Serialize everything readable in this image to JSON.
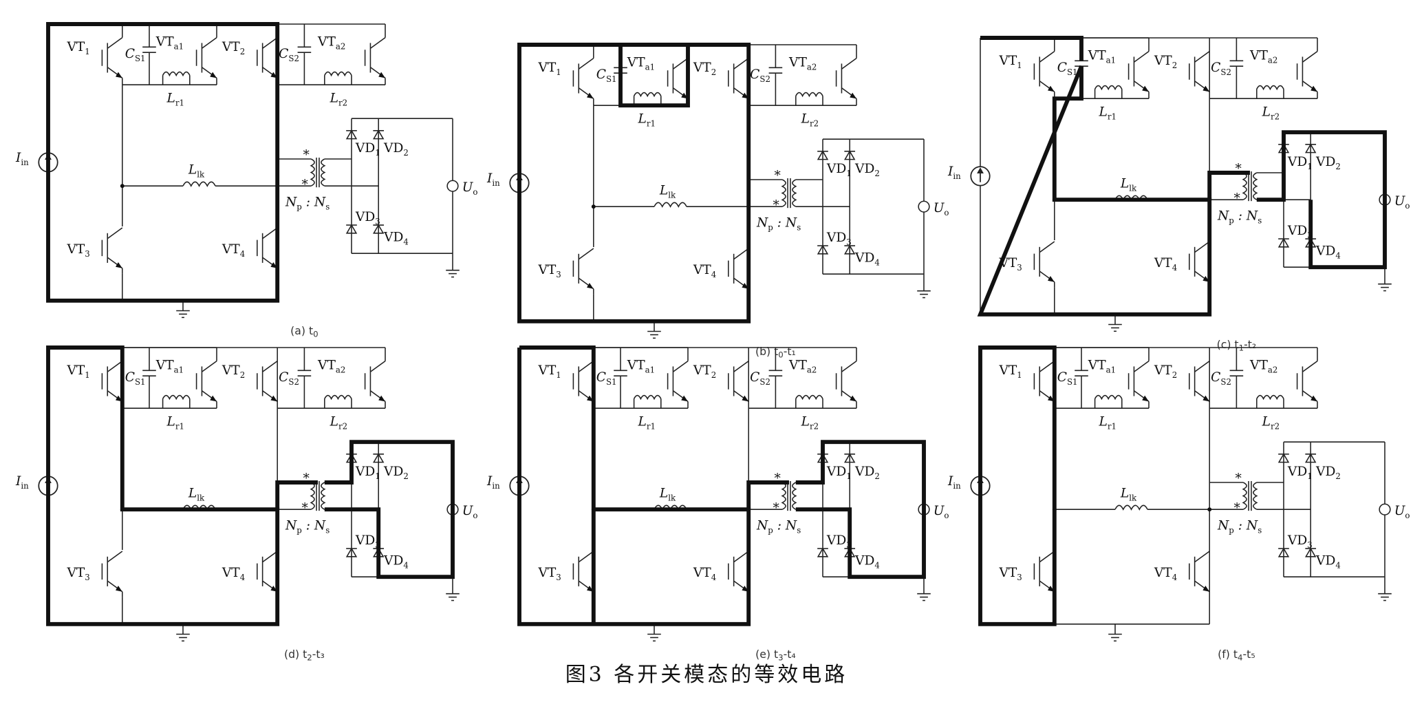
{
  "figure_caption": "图3  各开关模态的等效电路",
  "labels": {
    "vt1": "VT",
    "vt1_sub": "1",
    "vt2": "VT",
    "vt2_sub": "2",
    "vt3": "VT",
    "vt3_sub": "3",
    "vt4": "VT",
    "vt4_sub": "4",
    "vta1": "VT",
    "vta1_sub": "a1",
    "vta2": "VT",
    "vta2_sub": "a2",
    "cs1": "C",
    "cs1_sub": "S1",
    "cs2": "C",
    "cs2_sub": "S2",
    "lr1": "L",
    "lr1_sub": "r1",
    "lr2": "L",
    "lr2_sub": "r2",
    "llk": "L",
    "llk_sub": "lk",
    "iin": "I",
    "iin_sub": "in",
    "uo": "U",
    "uo_sub": "o",
    "np": "N",
    "np_sub": "p",
    "ratio": ":",
    "ns": "N",
    "ns_sub": "s",
    "vd1": "VD",
    "vd1_sub": "1",
    "vd2": "VD",
    "vd2_sub": "2",
    "vd3": "VD",
    "vd3_sub": "3",
    "vd4": "VD",
    "vd4_sub": "4",
    "star": "*"
  },
  "panels": [
    {
      "caption": "(a) t",
      "caption_sub": "0",
      "caption_tail": "",
      "active_paths": [
        "t0"
      ]
    },
    {
      "caption": "(b) t",
      "caption_sub": "0",
      "caption_tail": "-t₁",
      "active_paths": [
        "t0t1"
      ]
    },
    {
      "caption": "(c) t",
      "caption_sub": "1",
      "caption_tail": "-t₂",
      "active_paths": [
        "t1t2"
      ]
    },
    {
      "caption": "(d) t",
      "caption_sub": "2",
      "caption_tail": "-t₃",
      "active_paths": [
        "t2t3"
      ]
    },
    {
      "caption": "(e) t",
      "caption_sub": "3",
      "caption_tail": "-t₄",
      "active_paths": [
        "t3t4"
      ]
    },
    {
      "caption": "(f) t",
      "caption_sub": "4",
      "caption_tail": "-t₅",
      "active_paths": [
        "t4t5"
      ]
    }
  ]
}
